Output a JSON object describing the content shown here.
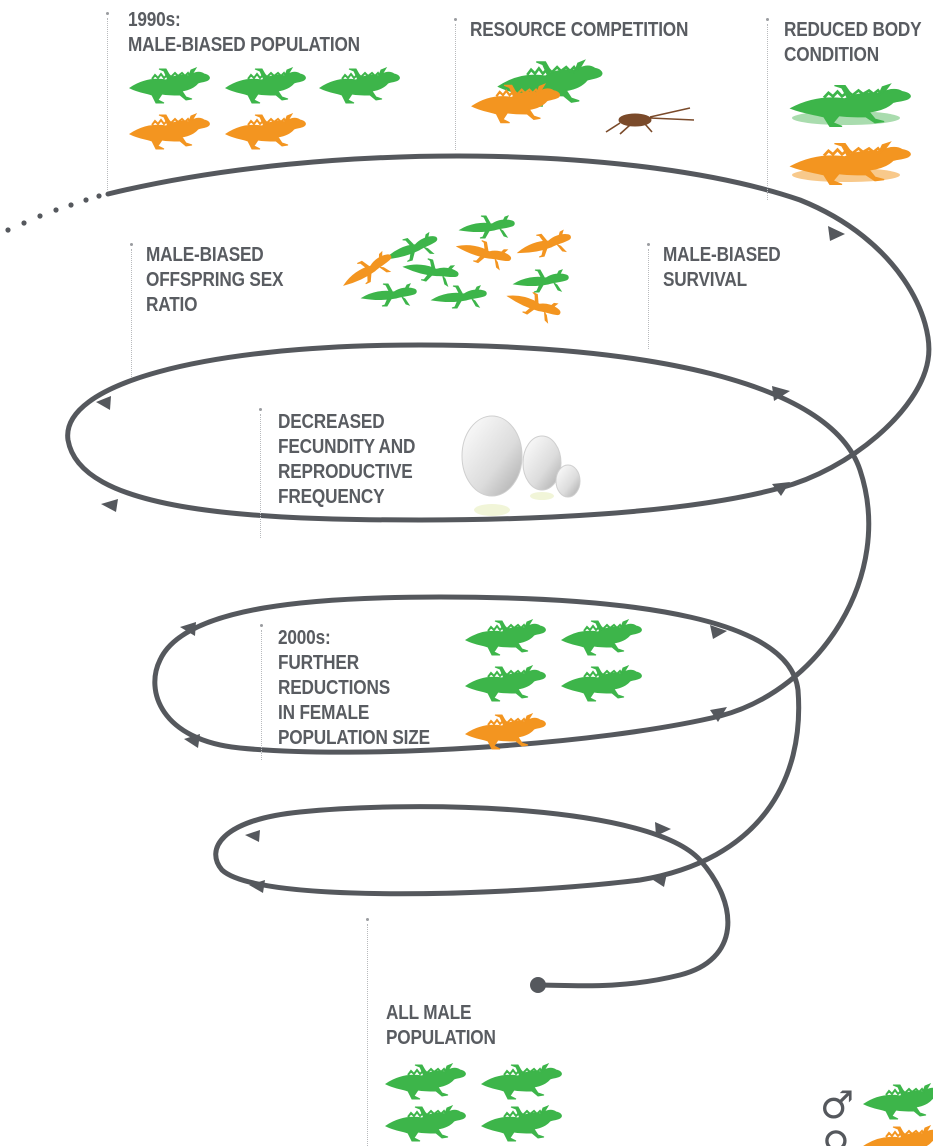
{
  "labels": {
    "era_1990s": {
      "line1": "1990s:",
      "line2": "MALE-BIASED POPULATION"
    },
    "resource_competition": {
      "line1": "RESOURCE COMPETITION"
    },
    "reduced_body_condition": {
      "line1": "REDUCED BODY",
      "line2": "CONDITION"
    },
    "offspring_sex_ratio": {
      "line1": "MALE-BIASED",
      "line2": "OFFSPRING SEX",
      "line3": "RATIO"
    },
    "male_biased_survival": {
      "line1": "MALE-BIASED",
      "line2": "SURVIVAL"
    },
    "decreased_fecundity": {
      "line1": "DECREASED",
      "line2": "FECUNDITY AND",
      "line3": "REPRODUCTIVE",
      "line4": "FREQUENCY"
    },
    "era_2000s": {
      "line1": "2000s:",
      "line2": "FURTHER",
      "line3": "REDUCTIONS",
      "line4": "IN FEMALE",
      "line5": "POPULATION SIZE"
    },
    "all_male": {
      "line1": "ALL MALE",
      "line2": "POPULATION"
    }
  },
  "legend": {
    "male_symbol": "♂",
    "female_symbol": "♀"
  },
  "colors": {
    "male": "#3db54a",
    "female": "#f39520",
    "spiral": "#55585d",
    "text": "#595c61",
    "cricket": "#7a4a2a",
    "egg": "#e6e6e6"
  },
  "icons": {
    "male_lizard": "male-tuatara-icon",
    "female_lizard": "female-tuatara-icon",
    "prey": "cricket-icon",
    "egg": "egg-icon",
    "hatchling": "hatchling-icon"
  }
}
